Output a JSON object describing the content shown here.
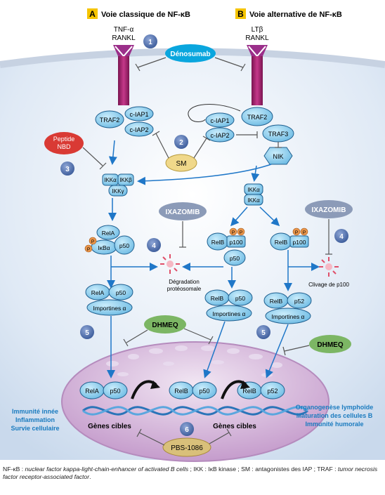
{
  "panels": {
    "a": {
      "letter": "A",
      "title": "Voie classique de NF-κB"
    },
    "b": {
      "letter": "B",
      "title": "Voie alternative de NF-κB"
    }
  },
  "receptors": {
    "left_ligands": [
      "TNF-α",
      "RANKL"
    ],
    "right_ligands": [
      "LTβ",
      "RANKL"
    ]
  },
  "drugs": {
    "denosumab": "Dénosumab",
    "sm": "SM",
    "peptide": [
      "Peptide",
      "NBD"
    ],
    "ixazomib": "IXAZOMIB",
    "dhmeq": "DHMEQ",
    "pbs": "PBS-1086"
  },
  "numbers": [
    "1",
    "2",
    "3",
    "4",
    "5",
    "6"
  ],
  "proteins": {
    "traf2": "TRAF2",
    "ciap1": "c-IAP1",
    "ciap2": "c-IAP2",
    "traf3": "TRAF3",
    "nik": "NIK",
    "ikka": "IKKα",
    "ikkb": "IKKβ",
    "ikkg": "IKKγ",
    "rela": "RelA",
    "ikba": "IκBα",
    "p50": "p50",
    "relb": "RelB",
    "p100": "p100",
    "p52": "p52",
    "importines": "Importines α",
    "p": "P"
  },
  "labels": {
    "degradation": [
      "Dégradation",
      "protéosomale"
    ],
    "clivage": "Clivage de p100",
    "genes_cibles": "Gènes cibles"
  },
  "outcomes": {
    "left": [
      "Immunité innée",
      "Inflammation",
      "Survie cellulaire"
    ],
    "right": [
      "Organogenèse lymphoïde",
      "Maturation des cellules B",
      "Immunité humorale"
    ]
  },
  "footnote": {
    "p1": "NF-κB : ",
    "i1": "nuclear factor kappa-light-chain-enhancer of activated B cells",
    "p2": " ; IKK : IκB kinase ; SM : antagonistes des IAP ; TRAF : ",
    "i2": "tumor necrosis factor receptor-associated factor",
    "p3": "."
  },
  "colors": {
    "protein": "#7cc6ea",
    "protein_stroke": "#1f5f8f",
    "number_badge": "#4a6fae",
    "receptor": "#b0246e",
    "denosumab": "#0aa6de",
    "sm": "#f0d88a",
    "peptide": "#d93a34",
    "ixazomib": "#8c9bb8",
    "dhmeq": "#7cb664",
    "pbs": "#d9c07a",
    "outcome_text": "#1a7bbf",
    "phospho": "#e8944a",
    "panel_label": "#f5c400"
  }
}
